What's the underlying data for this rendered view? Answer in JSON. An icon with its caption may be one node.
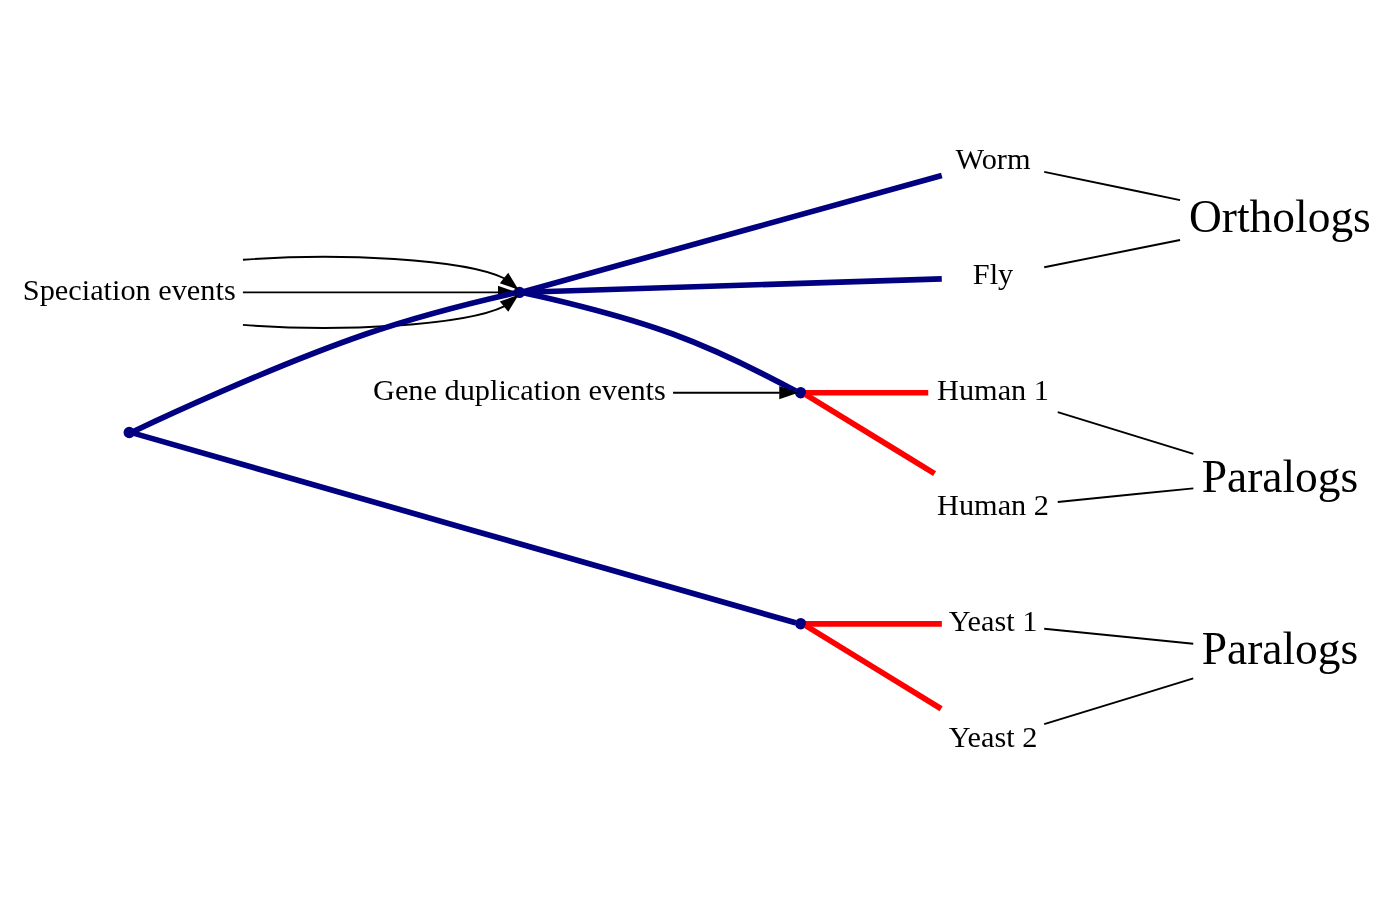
{
  "diagram": {
    "nodes": [
      {
        "text": [
          "Speciation events"
        ]
      },
      {
        "text": [],
        "shape": "point"
      },
      {
        "text": [],
        "shape": "point"
      },
      {
        "text": [
          "Worm"
        ]
      },
      {
        "text": [
          "Orthologs"
        ]
      },
      {
        "text": [
          "Fly"
        ]
      },
      {
        "text": [],
        "shape": "point"
      },
      {
        "text": [
          "Human 1"
        ]
      },
      {
        "text": [
          "Paralogs"
        ]
      },
      {
        "text": [
          "Human 2"
        ]
      },
      {
        "text": [
          "Gene duplication events"
        ]
      },
      {
        "text": [],
        "shape": "point"
      },
      {
        "text": [
          "Yeast 1"
        ]
      },
      {
        "text": [
          "Paralogs"
        ]
      },
      {
        "text": [
          "Yeast 2"
        ]
      }
    ],
    "edges": [
      {
        "from": 0,
        "to": 2,
        "arrow": "to"
      },
      {
        "from": 0,
        "to": 2,
        "arrow": "to"
      },
      {
        "from": 0,
        "to": 2,
        "arrow": "to"
      },
      {
        "from": 1,
        "to": 2,
        "arrow": "none",
        "style": "thick",
        "color": "#000080"
      },
      {
        "from": 1,
        "to": 11,
        "arrow": "none",
        "style": "thick",
        "color": "#000080"
      },
      {
        "from": 2,
        "to": 3,
        "arrow": "none",
        "style": "thick",
        "color": "#000080"
      },
      {
        "from": 2,
        "to": 5,
        "arrow": "none",
        "style": "thick",
        "color": "#000080"
      },
      {
        "from": 2,
        "to": 6,
        "arrow": "none",
        "style": "thick",
        "color": "#000080"
      },
      {
        "from": 6,
        "to": 7,
        "arrow": "none",
        "style": "thick",
        "color": "#ff0000"
      },
      {
        "from": 6,
        "to": 9,
        "arrow": "none",
        "style": "thick",
        "color": "#ff0000"
      },
      {
        "from": 11,
        "to": 12,
        "arrow": "none",
        "style": "thick",
        "color": "#ff0000"
      },
      {
        "from": 11,
        "to": 14,
        "arrow": "none",
        "style": "thick",
        "color": "#ff0000"
      },
      {
        "from": 3,
        "to": 4,
        "arrow": "none"
      },
      {
        "from": 5,
        "to": 4,
        "arrow": "none"
      },
      {
        "from": 7,
        "to": 8,
        "arrow": "none"
      },
      {
        "from": 9,
        "to": 8,
        "arrow": "none"
      },
      {
        "from": 12,
        "to": 13,
        "arrow": "none"
      },
      {
        "from": 14,
        "to": 13,
        "arrow": "none"
      },
      {
        "from": 10,
        "to": 6,
        "arrow": "to"
      }
    ]
  }
}
